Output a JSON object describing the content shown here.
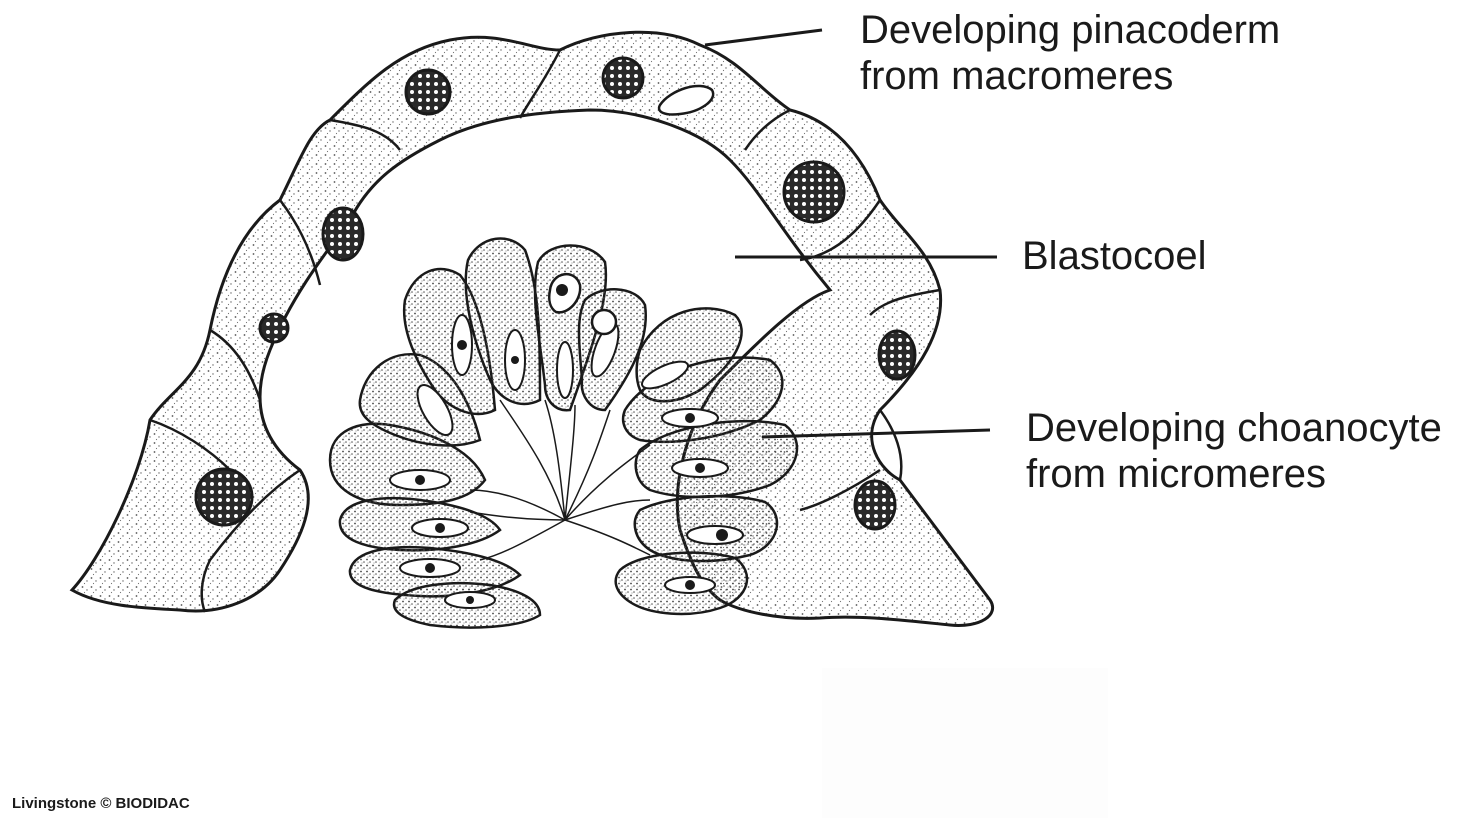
{
  "labels": {
    "pinacoderm": {
      "line1": "Developing pinacoderm",
      "line2": "from macromeres"
    },
    "blastocoel": "Blastocoel",
    "choanocyte": {
      "line1": "Developing choanocyte",
      "line2": "from micromeres"
    }
  },
  "credit": "Livingstone © BIODIDAC",
  "colors": {
    "line": "#1a1a1a",
    "stipple": "#555555",
    "nucleus": "#2a2a2a"
  }
}
